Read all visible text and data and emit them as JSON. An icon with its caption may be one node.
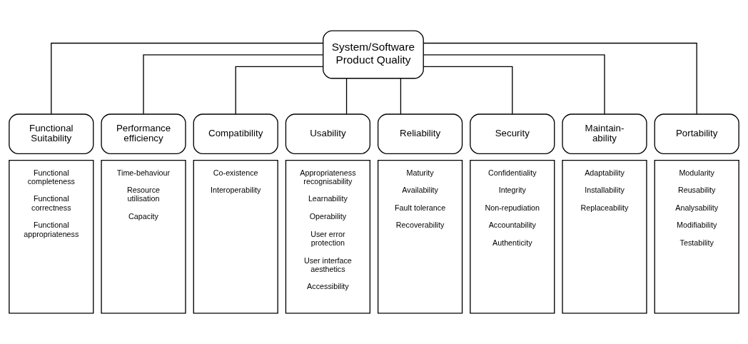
{
  "diagram": {
    "nodes": [
      {
        "text": [
          "System/Software Product Quality"
        ]
      },
      {
        "text": [
          "Functional Suitability"
        ]
      },
      {
        "text": [
          "Performance efficiency"
        ]
      },
      {
        "text": [
          "Compatibility"
        ]
      },
      {
        "text": [
          "Usability"
        ]
      },
      {
        "text": [
          "Reliability"
        ]
      },
      {
        "text": [
          "Security"
        ]
      },
      {
        "text": [
          "Maintain- ability"
        ]
      },
      {
        "text": [
          "Portability"
        ]
      },
      {
        "text": [
          "Functional completeness",
          "Functional correctness",
          "Functional appropriateness"
        ]
      },
      {
        "text": [
          "Time-behaviour",
          "Resource utilisation",
          "Capacity"
        ]
      },
      {
        "text": [
          "Co-existence",
          "Interoperability"
        ]
      },
      {
        "text": [
          "Appropriateness recognisability",
          "Learnability",
          "Operability",
          "User error protection",
          "User interface aesthetics",
          "Accessibility"
        ]
      },
      {
        "text": [
          "Maturity",
          "Availability",
          "Fault tolerance",
          "Recoverability"
        ]
      },
      {
        "text": [
          "Confidentiality",
          "Integrity",
          "Non-repudiation",
          "Accountability",
          "Authenticity"
        ]
      },
      {
        "text": [
          "Adaptability",
          "Installability",
          "Replaceability"
        ]
      },
      {
        "text": [
          "Modularity",
          "Reusability",
          "Analysability",
          "Modifiability",
          "Testability"
        ]
      }
    ],
    "edges": [
      {
        "from": 0,
        "to": 1,
        "arrow": "none"
      },
      {
        "from": 0,
        "to": 2,
        "arrow": "none"
      },
      {
        "from": 0,
        "to": 3,
        "arrow": "none"
      },
      {
        "from": 0,
        "to": 4,
        "arrow": "none"
      },
      {
        "from": 0,
        "to": 5,
        "arrow": "none"
      },
      {
        "from": 0,
        "to": 6,
        "arrow": "none"
      },
      {
        "from": 0,
        "to": 7,
        "arrow": "none"
      },
      {
        "from": 0,
        "to": 8,
        "arrow": "none"
      }
    ]
  }
}
